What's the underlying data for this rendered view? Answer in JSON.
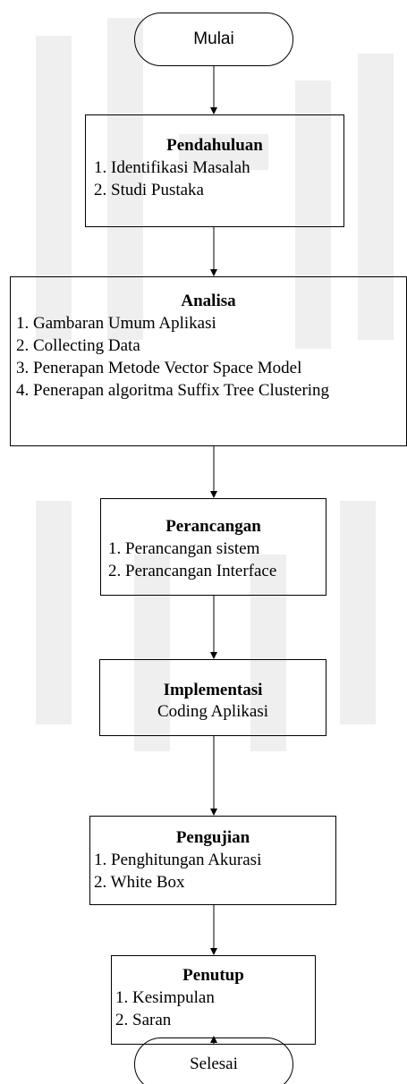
{
  "flowchart": {
    "start": {
      "label": "Mulai"
    },
    "steps": [
      {
        "id": "pendahuluan",
        "title": "Pendahuluan",
        "items": [
          "1. Identifikasi Masalah",
          "2. Studi Pustaka"
        ]
      },
      {
        "id": "analisa",
        "title": "Analisa",
        "items": [
          "1. Gambaran Umum Aplikasi",
          "2. Collecting Data",
          "3. Penerapan Metode Vector Space Model",
          "4. Penerapan algoritma Suffix Tree Clustering"
        ]
      },
      {
        "id": "perancangan",
        "title": "Perancangan",
        "items": [
          "1. Perancangan sistem",
          "2. Perancangan Interface"
        ]
      },
      {
        "id": "implementasi",
        "title": "Implementasi",
        "subtitle": "Coding Aplikasi"
      },
      {
        "id": "pengujian",
        "title": "Pengujian",
        "items": [
          "1. Penghitungan Akurasi",
          "2. White Box"
        ]
      },
      {
        "id": "penutup",
        "title": "Penutup",
        "items": [
          "1. Kesimpulan",
          "2. Saran"
        ]
      }
    ],
    "end": {
      "label": "Selesai"
    }
  },
  "colors": {
    "stroke": "#000000",
    "background": "#ffffff",
    "watermark": "#eeeeee"
  }
}
